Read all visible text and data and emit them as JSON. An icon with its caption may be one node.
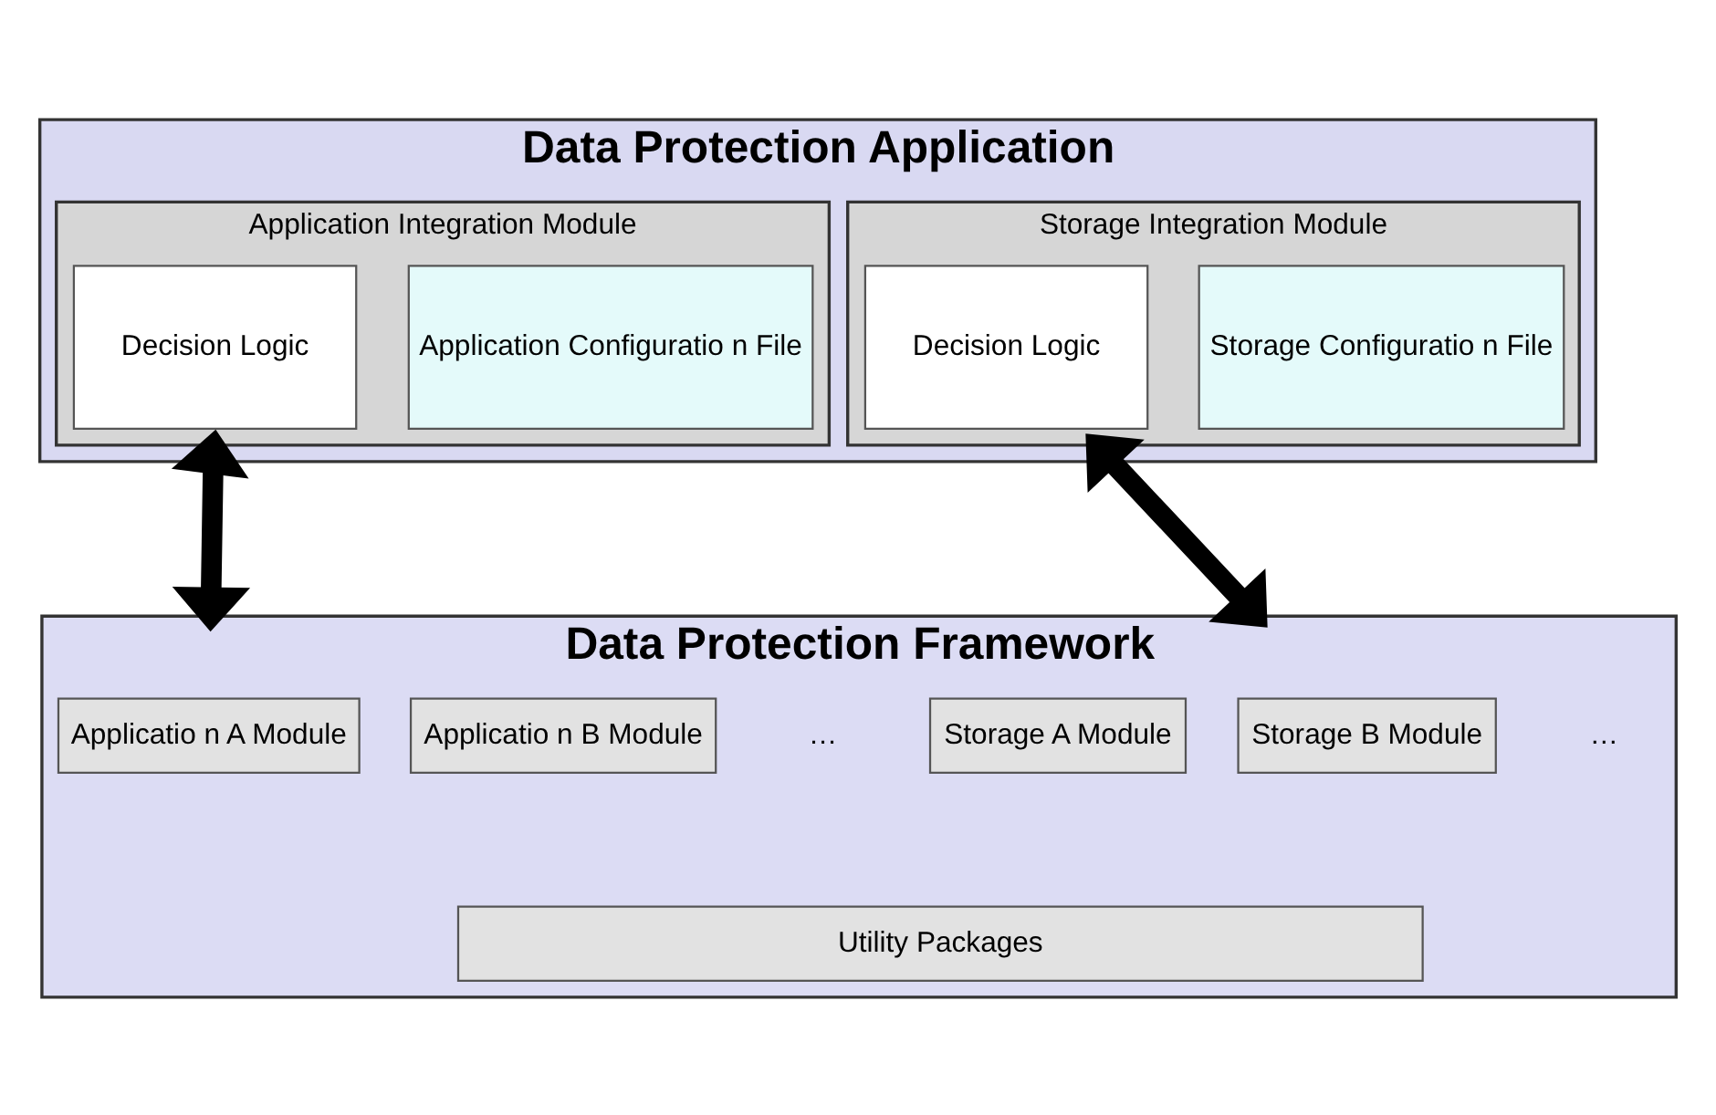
{
  "diagram": {
    "nodes": [
      {
        "text": [
          "Data Protection Application"
        ]
      },
      {
        "text": [
          "Application Integration Module"
        ],
        "in": 0
      },
      {
        "text": [
          "Decision Logic"
        ],
        "in": 1
      },
      {
        "text": [
          "Application Configuratio n File"
        ],
        "in": 1
      },
      {
        "text": [
          "Storage Integration Module"
        ],
        "in": 0
      },
      {
        "text": [
          "Decision Logic"
        ],
        "in": 4
      },
      {
        "text": [
          "Storage Configuratio n File"
        ],
        "in": 4
      },
      {
        "text": [
          "Data Protection Framework"
        ]
      },
      {
        "text": [
          "Applicatio n A Module"
        ],
        "in": 7
      },
      {
        "text": [
          "Applicatio n B Module"
        ],
        "in": 7
      },
      {
        "text": [
          "Storage A Module"
        ],
        "in": 7
      },
      {
        "text": [
          "Storage B Module"
        ],
        "in": 7
      },
      {
        "text": [
          "Utility Packages"
        ],
        "in": 7
      }
    ],
    "edges": [
      {
        "from": 1,
        "to": 7,
        "arrow": "both"
      },
      {
        "from": 4,
        "to": 7,
        "arrow": "both"
      }
    ],
    "labels": [
      "…",
      "…"
    ]
  }
}
